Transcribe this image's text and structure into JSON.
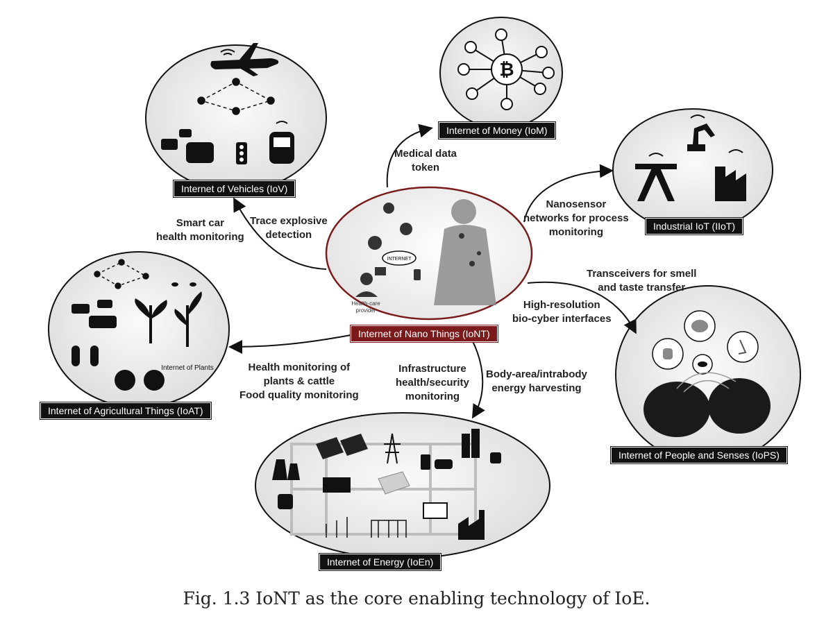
{
  "nodes": {
    "iont": "Internet of Nano Things (IoNT)",
    "iov": "Internet of Vehicles (IoV)",
    "iom": "Internet of Money (IoM)",
    "iiot": "Industrial IoT (IIoT)",
    "ioat": "Internet of Agricultural Things (IoAT)",
    "ioen": "Internet of Energy (IoEn)",
    "iops": "Internet of People and Senses (IoPS)"
  },
  "edges": {
    "iom": [
      "Medical data",
      "token"
    ],
    "iov_smart": [
      "Smart car",
      "health monitoring"
    ],
    "iov_trace": [
      "Trace explosive",
      "detection"
    ],
    "iiot": [
      "Nanosensor",
      "networks for process",
      "monitoring"
    ],
    "iops_top": [
      "Transceivers for smell",
      "and taste transfer"
    ],
    "iops_bottom": [
      "High-resolution",
      "bio-cyber interfaces"
    ],
    "ioat": [
      "Health monitoring of",
      "plants & cattle",
      "Food quality monitoring"
    ],
    "ioen_infra": [
      "Infrastructure",
      "health/security",
      "monitoring"
    ],
    "ioen_body": [
      "Body-area/intrabody",
      "energy harvesting"
    ]
  },
  "inner": {
    "internet": "INTERNET",
    "health_care": "Health-care",
    "provider": "provider",
    "plants": "Internet of Plants"
  },
  "caption": "Fig. 1.3 IoNT as the core enabling technology of IoE.",
  "colors": {
    "hub_border": "#7a1a1a",
    "label_bg": "#111111",
    "hub_label_bg": "#7a1a1a",
    "icon": "#111111",
    "bubble_fill": "#efefef"
  }
}
